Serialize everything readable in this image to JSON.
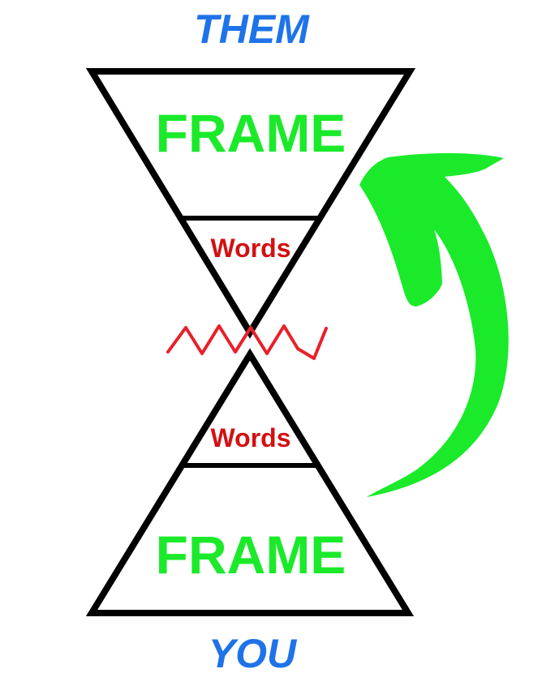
{
  "colors": {
    "party": "#1f73e8",
    "frame": "#1aea2a",
    "words": "#d40f12",
    "outline": "#000000",
    "conflict": "#e8202a",
    "arrow": "#1aea2a"
  },
  "top": {
    "party": "THEM",
    "frame": "FRAME",
    "words": "Words"
  },
  "bottom": {
    "party": "YOU",
    "frame": "FRAME",
    "words": "Words"
  },
  "icons": {
    "conflict": "zigzag-icon",
    "arrow": "curved-arrow-up-icon"
  }
}
